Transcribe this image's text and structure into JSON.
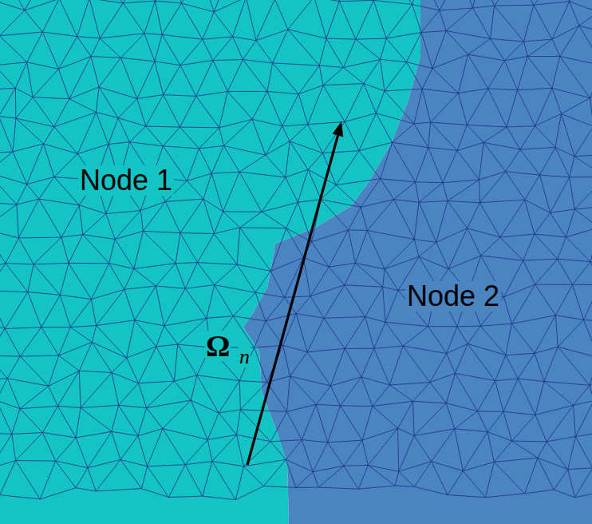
{
  "diagram": {
    "nodes": [
      {
        "text": [
          "Node 1"
        ]
      },
      {
        "text": [
          "Node 2"
        ]
      }
    ],
    "labels": [
      "Ω",
      "n"
    ]
  }
}
